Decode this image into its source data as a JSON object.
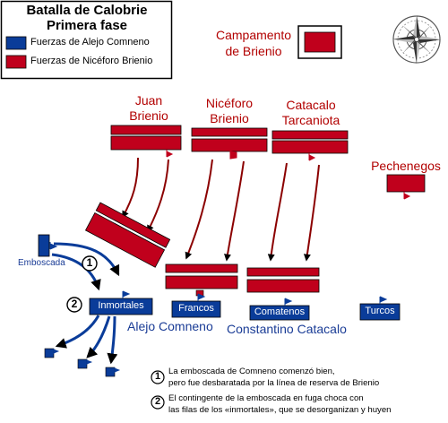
{
  "legend": {
    "title_line1": "Batalla de Calobrie",
    "title_line2": "Primera fase",
    "items": [
      {
        "label": "Fuerzas de Alejo Comneno",
        "color": "#0a3c99"
      },
      {
        "label": "Fuerzas de Nicéforo Brienio",
        "color": "#c0001c"
      }
    ]
  },
  "camp": {
    "label_line1": "Campamento",
    "label_line2": "de Brienio"
  },
  "commanders_brienio": [
    {
      "line1": "Juan",
      "line2": "Brienio"
    },
    {
      "line1": "Nicéforo",
      "line2": "Brienio"
    },
    {
      "line1": "Catacalo",
      "line2": "Tarcaniota"
    }
  ],
  "pechenegos": "Pechenegos",
  "emboscada": "Emboscada",
  "units_comneno": {
    "inmortales": "Inmortales",
    "francos": "Francos",
    "comatenos": "Comatenos",
    "turcos": "Turcos"
  },
  "commanders_comneno": {
    "alejo": "Alejo Comneno",
    "constantino": "Constantino Catacalo"
  },
  "markers": [
    "1",
    "2"
  ],
  "notes": [
    {
      "number": "1",
      "line1": "La emboscada de Comneno comenzó bien,",
      "line2": "pero fue desbaratada por la línea de reserva de Brienio"
    },
    {
      "number": "2",
      "line1": "El contingente de la emboscada en fuga choca con",
      "line2": "las filas de los «inmortales», que se desorganizan y huyen"
    }
  ],
  "colors": {
    "red": "#c0001c",
    "blue": "#0a3c99",
    "label_red": "#b20000",
    "label_blue": "#1a3c96"
  },
  "icons": [
    "compass-rose-icon"
  ]
}
